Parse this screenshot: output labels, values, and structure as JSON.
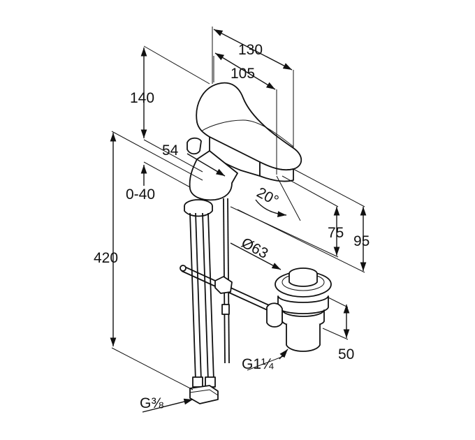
{
  "diagram": {
    "dimensions": {
      "d130": "130",
      "d105": "105",
      "d140": "140",
      "d54": "54",
      "d0_40": "0-40",
      "d20deg": "20°",
      "d75": "75",
      "d95": "95",
      "d63": "Ø63",
      "d420": "420",
      "d50": "50",
      "g1_1_4": "G1¼",
      "g3_8": "G⅜"
    },
    "colors": {
      "line": "#111111",
      "background": "#ffffff"
    }
  }
}
